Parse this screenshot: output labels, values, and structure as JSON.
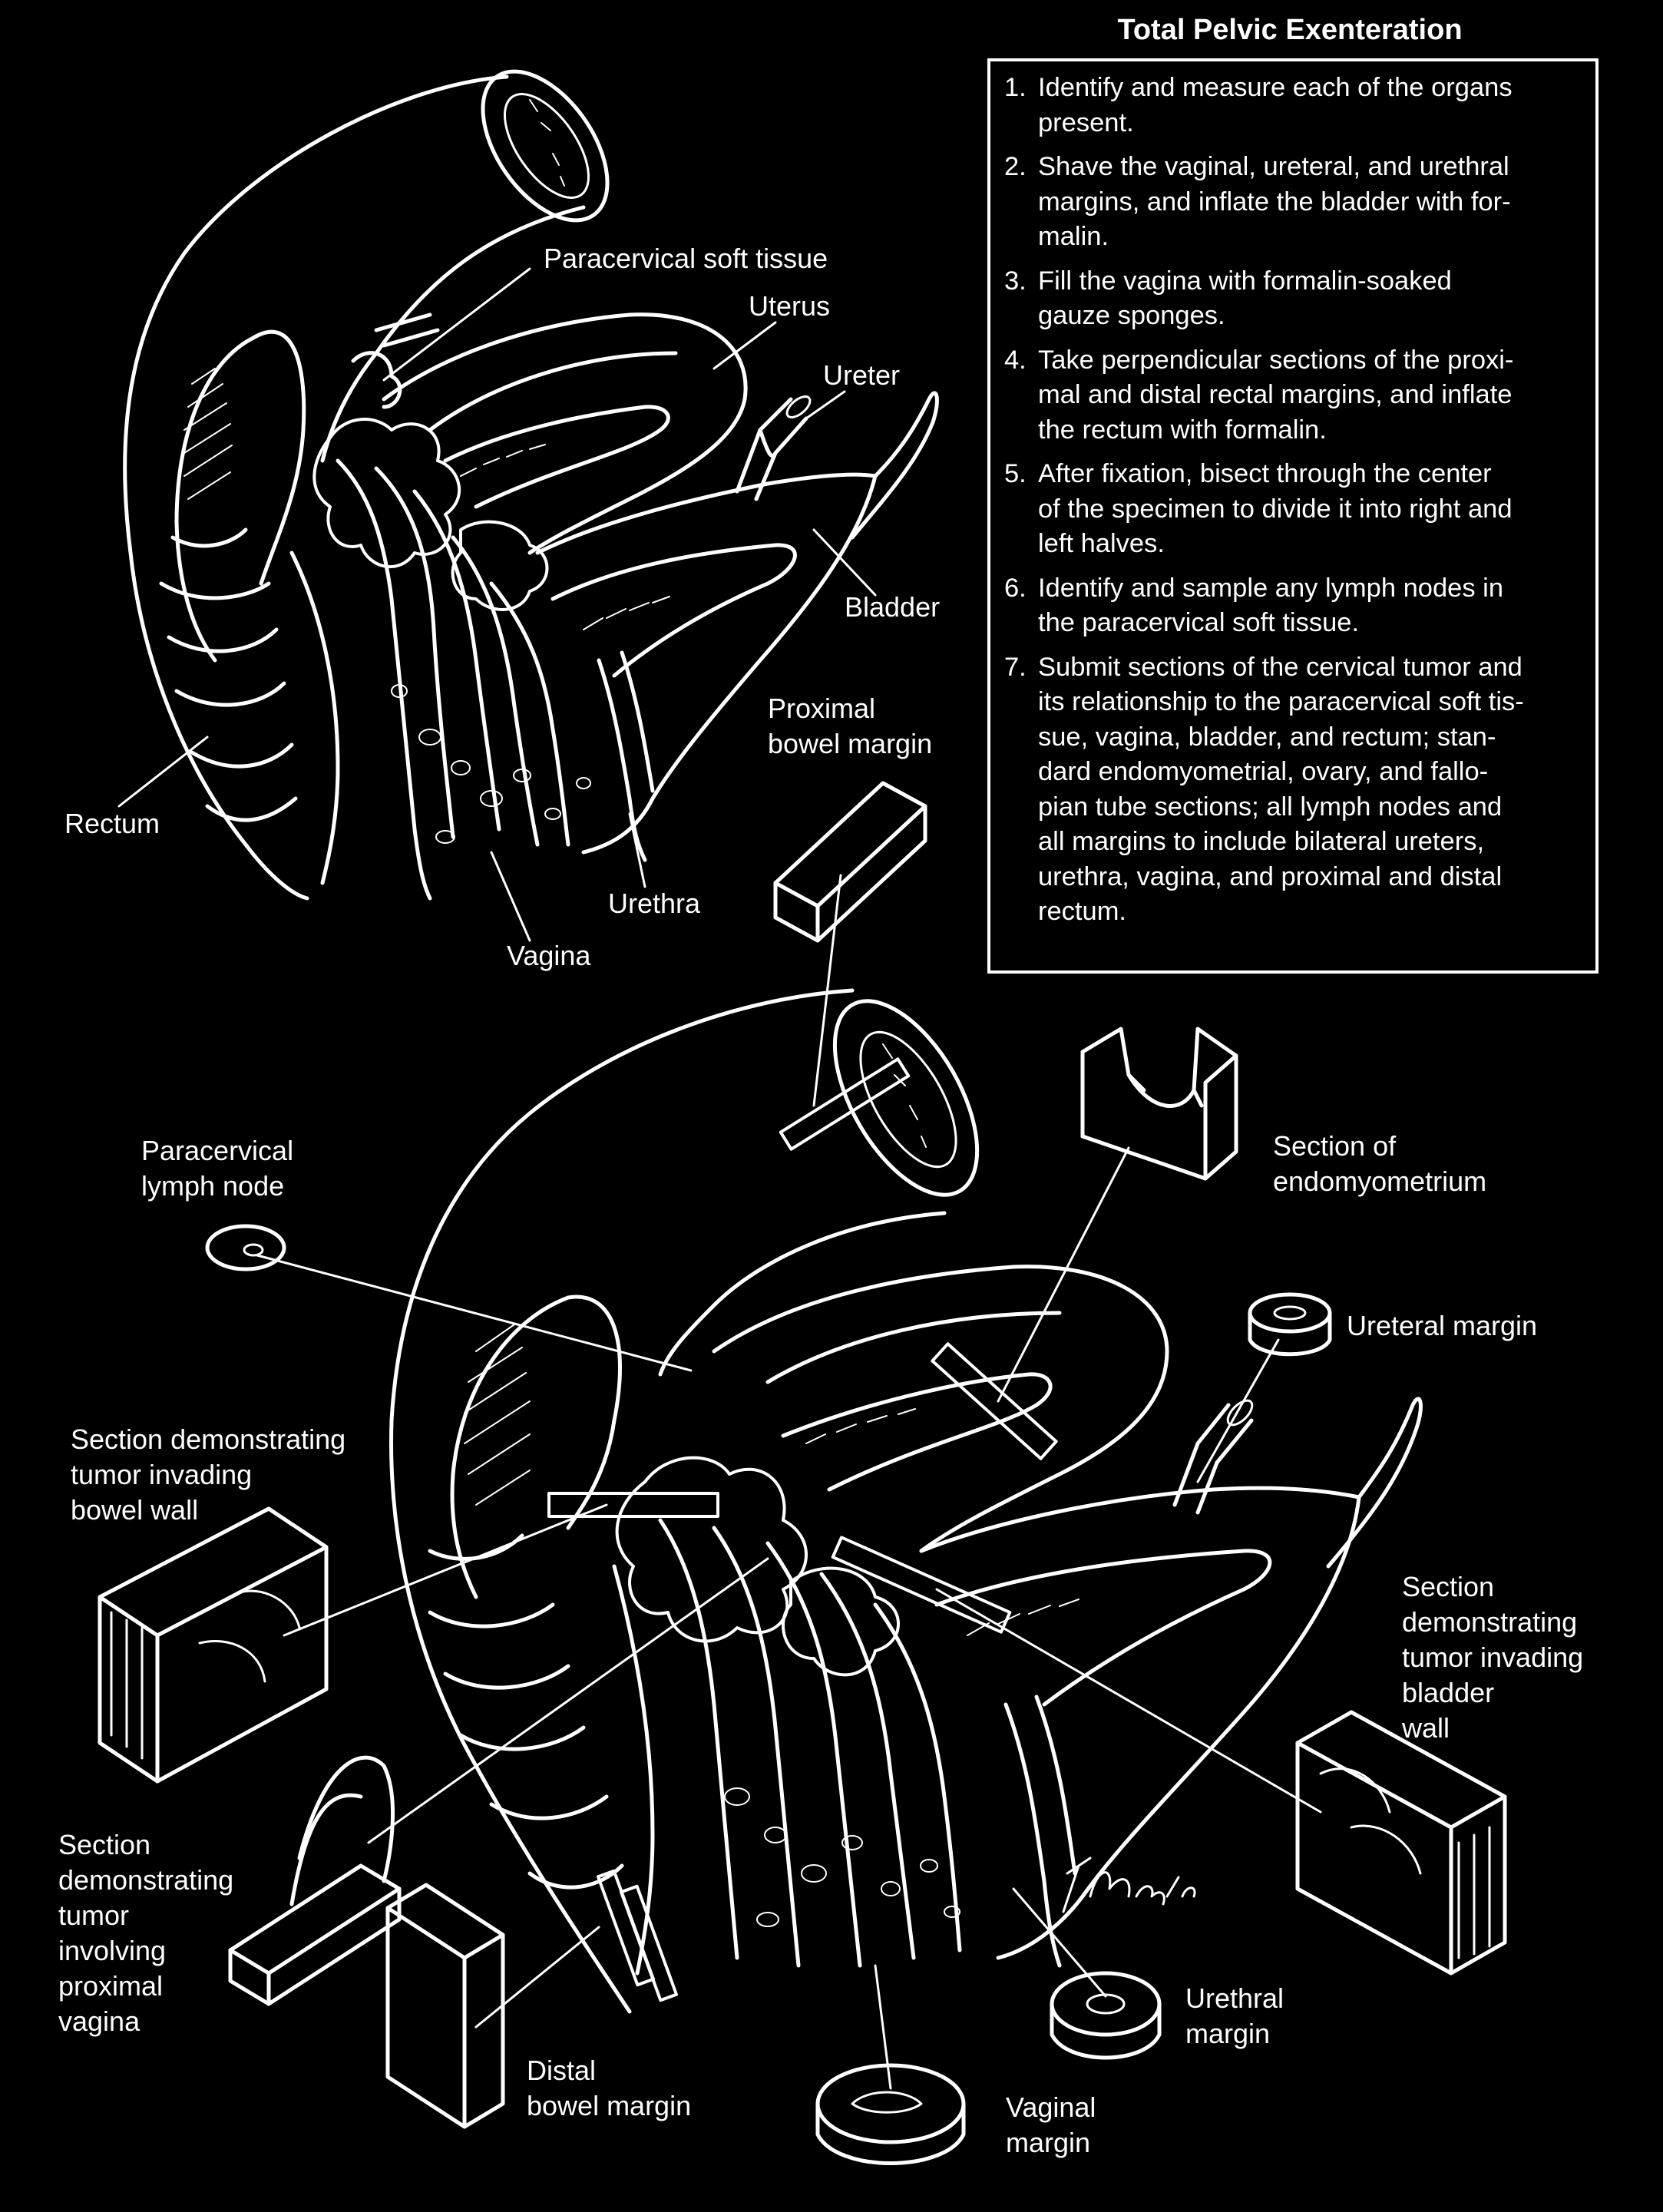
{
  "protocol": {
    "title": "Total Pelvic Exenteration",
    "steps": [
      {
        "num": "1.",
        "text": "Identify and measure each of the organs\npresent."
      },
      {
        "num": "2.",
        "text": "Shave the vaginal, ureteral, and urethral\nmargins, and inflate the bladder with for-\nmalin."
      },
      {
        "num": "3.",
        "text": "Fill the vagina with formalin-soaked\ngauze sponges."
      },
      {
        "num": "4.",
        "text": "Take perpendicular sections of the proxi-\nmal and distal rectal margins, and inflate\nthe rectum with formalin."
      },
      {
        "num": "5.",
        "text": "After fixation, bisect through the center\nof the specimen to divide it into right and\nleft halves."
      },
      {
        "num": "6.",
        "text": "Identify and sample any lymph nodes in\nthe paracervical soft tissue."
      },
      {
        "num": "7.",
        "text": "Submit sections of the cervical tumor and\nits relationship to the paracervical soft tis-\nsue, vagina, bladder, and rectum; stan-\ndard endomyometrial, ovary, and fallo-\npian tube sections; all lymph nodes and\nall margins to include bilateral ureters,\nurethra, vagina, and proximal and distal\nrectum."
      }
    ]
  },
  "top_labels": {
    "paracervical_soft_tissue": "Paracervical soft tissue",
    "uterus": "Uterus",
    "ureter": "Ureter",
    "bladder": "Bladder",
    "rectum": "Rectum",
    "urethra": "Urethra",
    "vagina": "Vagina"
  },
  "bottom_labels": {
    "proximal_bowel_margin": "Proximal\nbowel margin",
    "section_endomyometrium": "Section of\nendomyometrium",
    "paracervical_lymph_node": "Paracervical\nlymph node",
    "ureteral_margin": "Ureteral margin",
    "section_bowel_wall": "Section demonstrating\ntumor invading\nbowel wall",
    "section_bladder_wall": "Section\ndemonstrating\ntumor invading\nbladder\nwall",
    "section_proximal_vagina": "Section\ndemonstrating\ntumor\ninvolving\nproximal\nvagina",
    "distal_bowel_margin": "Distal\nbowel margin",
    "urethral_margin": "Urethral\nmargin",
    "vaginal_margin": "Vaginal\nmargin"
  },
  "signature": "T Phelps",
  "colors": {
    "background": "#000000",
    "line": "#ffffff"
  }
}
